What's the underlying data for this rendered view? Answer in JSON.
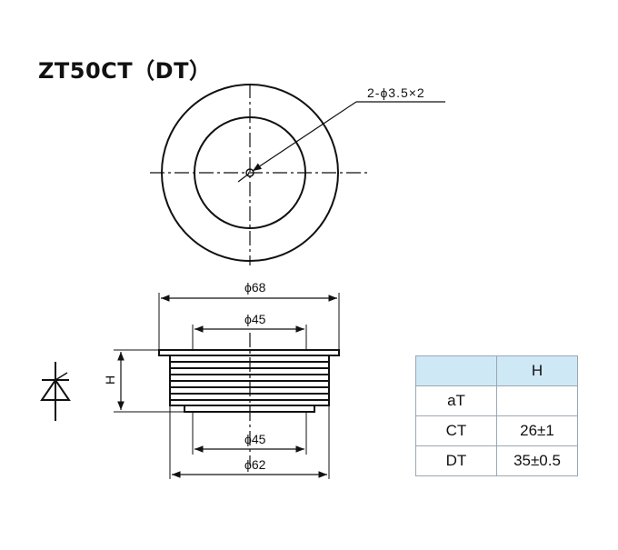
{
  "title": "ZT50CT（DT）",
  "top_view": {
    "callout": "2-ϕ3.5×2"
  },
  "side_view": {
    "dims": {
      "top_outer": "ϕ68",
      "top_inner": "ϕ45",
      "bottom_inner": "ϕ45",
      "bottom_outer": "ϕ62",
      "height": "H"
    }
  },
  "table": {
    "header": [
      "",
      "H"
    ],
    "rows": [
      [
        "aT",
        ""
      ],
      [
        "CT",
        "26±1"
      ],
      [
        "DT",
        "35±0.5"
      ]
    ]
  }
}
